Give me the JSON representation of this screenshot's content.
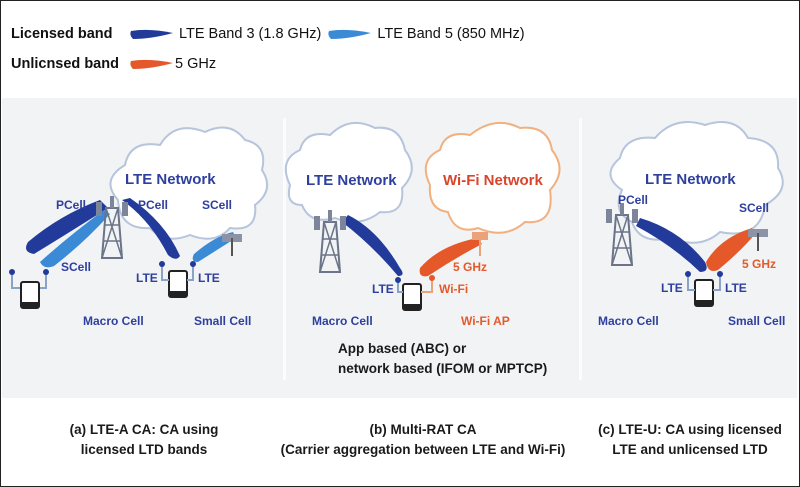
{
  "legend": {
    "licensed": {
      "title": "Licensed band",
      "items": [
        {
          "icon": "beam-dark-blue-icon",
          "color": "#223a9a",
          "label": "LTE Band 3 (1.8 GHz)"
        },
        {
          "icon": "beam-light-blue-icon",
          "color": "#3b8ad6",
          "label": "LTE Band 5 (850 MHz)"
        }
      ]
    },
    "unlicensed": {
      "title": "Unlicnsed band",
      "items": [
        {
          "icon": "beam-orange-icon",
          "color": "#e4582a",
          "label": "5 GHz"
        }
      ]
    }
  },
  "colors": {
    "lte_text": "#2e3f9e",
    "wifi_text": "#e45a2b",
    "band3": "#223a9a",
    "band5": "#3b8ad6",
    "ghz5": "#e4582a",
    "panel_bg": "#f1f3f5"
  },
  "panels": [
    {
      "id": "a",
      "cloud_label": "LTE Network",
      "pcell_left": "PCell",
      "scell_left": "SCell",
      "pcell_right": "PCell",
      "scell_right": "SCell",
      "lte_left": "LTE",
      "lte_right": "LTE",
      "macro_label": "Macro Cell",
      "small_label": "Small Cell",
      "caption_line1": "(a) LTE-A CA: CA using",
      "caption_line2": "licensed LTD bands"
    },
    {
      "id": "b",
      "cloud_lte_label": "LTE Network",
      "cloud_wifi_label": "Wi-Fi Network",
      "lte_label": "LTE",
      "wifi_label": "Wi-Fi",
      "ghz_label": "5 GHz",
      "macro_label": "Macro Cell",
      "ap_label": "Wi-Fi AP",
      "note_line1": "App based (ABC) or",
      "note_line2": "network based (IFOM or MPTCP)",
      "caption_line1": "(b) Multi-RAT CA",
      "caption_line2": "(Carrier aggregation between LTE and Wi-Fi)"
    },
    {
      "id": "c",
      "cloud_label": "LTE Network",
      "pcell": "PCell",
      "scell": "SCell",
      "ghz_label": "5 GHz",
      "lte_left": "LTE",
      "lte_right": "LTE",
      "macro_label": "Macro Cell",
      "small_label": "Small Cell",
      "caption_line1": "(c) LTE-U: CA using licensed",
      "caption_line2": "LTE and unlicensed LTD"
    }
  ]
}
